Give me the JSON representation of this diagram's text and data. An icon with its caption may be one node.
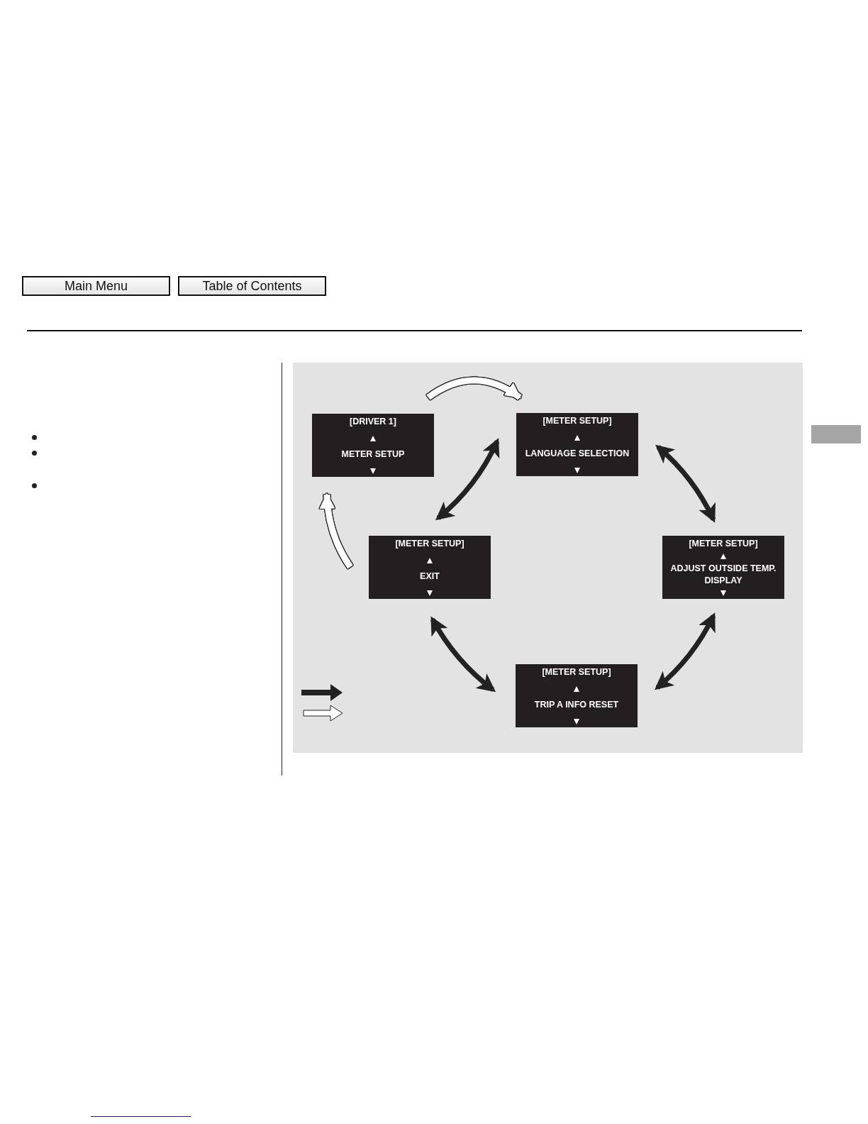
{
  "diagram": {
    "nodes": [
      {
        "text": [
          "[DRIVER 1]",
          "METER SETUP"
        ]
      },
      {
        "text": [
          "[METER SETUP]",
          "LANGUAGE SELECTION"
        ]
      },
      {
        "text": [
          "[METER SETUP]",
          "ADJUST OUTSIDE TEMP. DISPLAY"
        ]
      },
      {
        "text": [
          "[METER SETUP]",
          "TRIP A INFO RESET"
        ]
      },
      {
        "text": [
          "[METER SETUP]",
          "EXIT"
        ]
      }
    ],
    "edges": [
      {
        "from": 0,
        "to": 1,
        "arrow": "to",
        "color": "#ffffff"
      },
      {
        "from": 1,
        "to": 2,
        "arrow": "both"
      },
      {
        "from": 2,
        "to": 3,
        "arrow": "both"
      },
      {
        "from": 3,
        "to": 4,
        "arrow": "both"
      },
      {
        "from": 4,
        "to": 1,
        "arrow": "both"
      },
      {
        "from": 4,
        "to": 0,
        "arrow": "to",
        "color": "#ffffff"
      }
    ],
    "labels": [
      "Main Menu",
      "Table of Contents"
    ]
  }
}
